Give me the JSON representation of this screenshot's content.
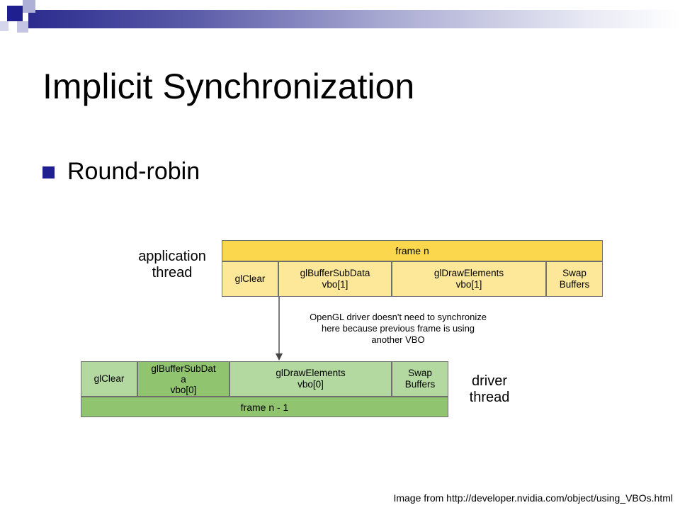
{
  "slide": {
    "title": "Implicit Synchronization",
    "bullet": "Round-robin",
    "caption": "Image from http://developer.nvidia.com/object/using_VBOs.html"
  },
  "diagram": {
    "application_thread": {
      "label": "application\nthread",
      "frame_label": "frame n",
      "calls": [
        "glClear",
        "glBufferSubData\nvbo[1]",
        "glDrawElements\nvbo[1]",
        "Swap\nBuffers"
      ]
    },
    "driver_thread": {
      "label": "driver\nthread",
      "frame_label": "frame n - 1",
      "calls": [
        "glClear",
        "glBufferSubDat\na\nvbo[0]",
        "glDrawElements\nvbo[0]",
        "Swap\nBuffers"
      ]
    },
    "note": "OpenGL driver doesn't need to synchronize\nhere because previous frame is using\nanother VBO"
  },
  "colors": {
    "app_frame": "#fbd74d",
    "app_call": "#fde89a",
    "driver_frame": "#90c46f",
    "driver_call": "#b3d9a0",
    "bullet": "#1f1f8f"
  }
}
